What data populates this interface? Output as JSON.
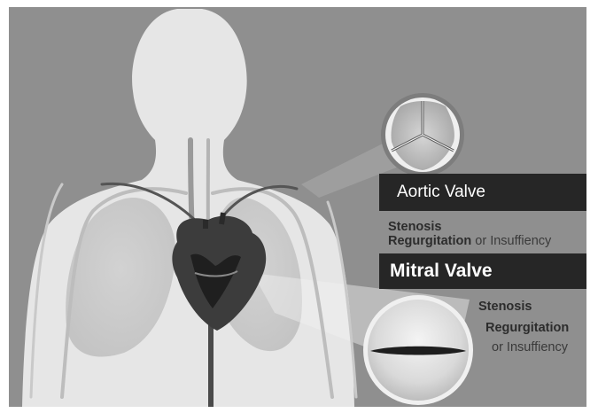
{
  "aortic": {
    "title": "Aortic Valve",
    "line1": "Stenosis",
    "line2_bold": "Regurgitation",
    "line2_rest": " or Insuffiency"
  },
  "mitral": {
    "title": "Mitral Valve",
    "line1": "Stenosis",
    "line2": "Regurgitation",
    "line3": "or Insuffiency"
  },
  "colors": {
    "background": "#8f8f8f",
    "body": "#e6e6e6",
    "banner": "#262626",
    "heart": "#3c3c3c"
  }
}
